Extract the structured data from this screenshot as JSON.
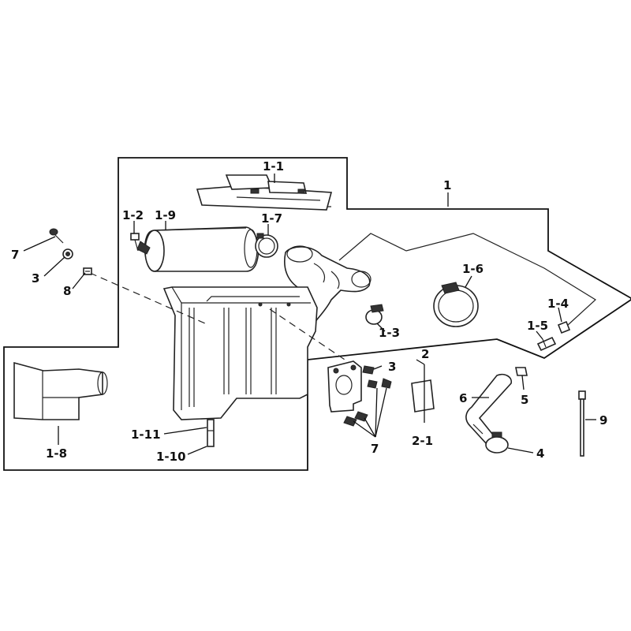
{
  "labels": {
    "p1": "1",
    "p1_1": "1-1",
    "p1_2": "1-2",
    "p1_3": "1-3",
    "p1_4": "1-4",
    "p1_5": "1-5",
    "p1_6": "1-6",
    "p1_7": "1-7",
    "p1_8": "1-8",
    "p1_9": "1-9",
    "p1_10": "1-10",
    "p1_11": "1-11",
    "p2": "2",
    "p2_1": "2-1",
    "p3_left": "3",
    "p3_right": "3",
    "p4": "4",
    "p5": "5",
    "p6": "6",
    "p7_left": "7",
    "p7_right": "7",
    "p8": "8",
    "p9": "9"
  }
}
